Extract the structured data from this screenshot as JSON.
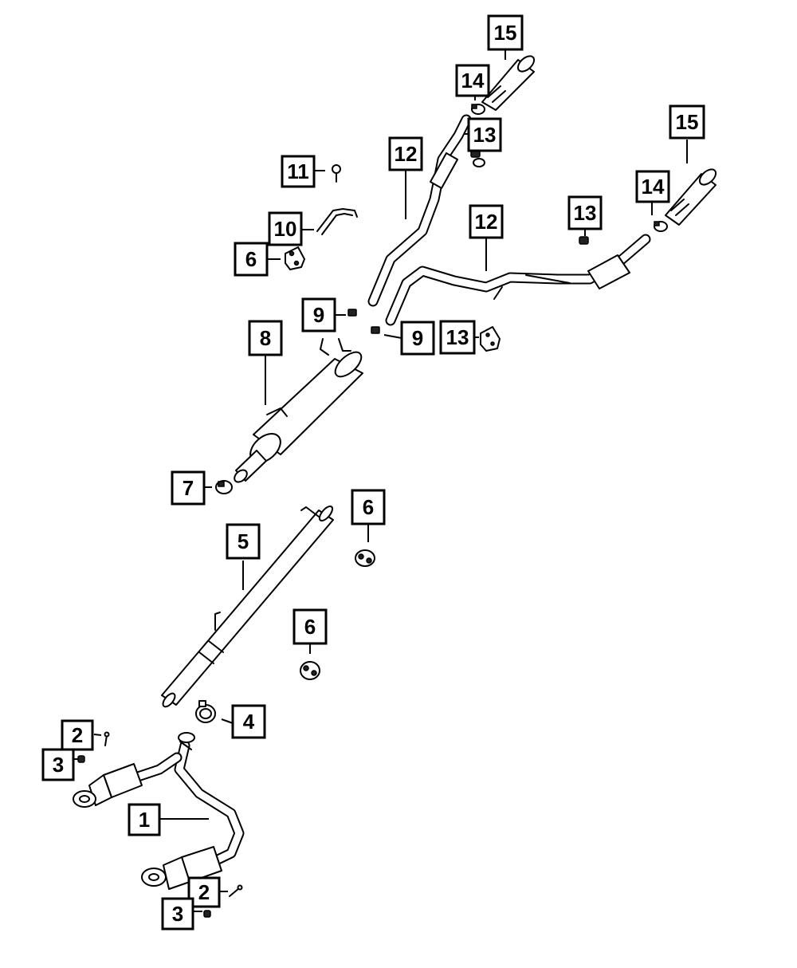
{
  "callouts": [
    {
      "id": "c1",
      "label": "1"
    },
    {
      "id": "c2a",
      "label": "2"
    },
    {
      "id": "c2b",
      "label": "2"
    },
    {
      "id": "c3a",
      "label": "3"
    },
    {
      "id": "c3b",
      "label": "3"
    },
    {
      "id": "c4",
      "label": "4"
    },
    {
      "id": "c5",
      "label": "5"
    },
    {
      "id": "c6a",
      "label": "6"
    },
    {
      "id": "c6b",
      "label": "6"
    },
    {
      "id": "c6c",
      "label": "6"
    },
    {
      "id": "c7",
      "label": "7"
    },
    {
      "id": "c8",
      "label": "8"
    },
    {
      "id": "c9a",
      "label": "9"
    },
    {
      "id": "c9b",
      "label": "9"
    },
    {
      "id": "c10",
      "label": "10"
    },
    {
      "id": "c11",
      "label": "11"
    },
    {
      "id": "c12a",
      "label": "12"
    },
    {
      "id": "c12b",
      "label": "12"
    },
    {
      "id": "c13a",
      "label": "13"
    },
    {
      "id": "c13b",
      "label": "13"
    },
    {
      "id": "c13c",
      "label": "13"
    },
    {
      "id": "c14a",
      "label": "14"
    },
    {
      "id": "c14b",
      "label": "14"
    },
    {
      "id": "c15a",
      "label": "15"
    },
    {
      "id": "c15b",
      "label": "15"
    }
  ]
}
